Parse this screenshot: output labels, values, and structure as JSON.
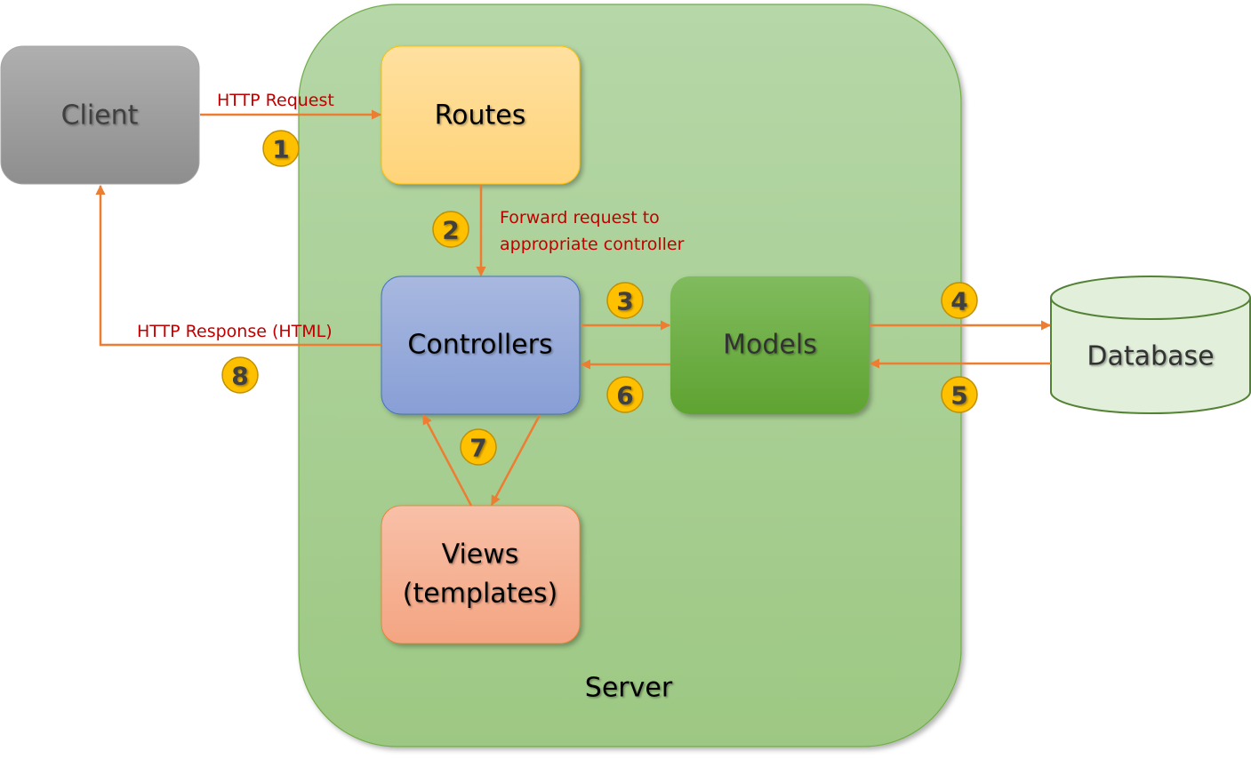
{
  "colors": {
    "arrow": "#ed7d31",
    "edge_label": "#c00000",
    "badge_fill": "#ffc000",
    "server": "#a9d08e",
    "client": "#a0a0a0",
    "routes": "#ffd98a",
    "controllers": "#97a9db",
    "models": "#6eae46",
    "views": "#f6ae90",
    "database": "#e2efda"
  },
  "nodes": {
    "server": "Server",
    "client": "Client",
    "routes": "Routes",
    "controllers": "Controllers",
    "models": "Models",
    "views_line1": "Views",
    "views_line2": "(templates)",
    "database": "Database"
  },
  "edges": {
    "http_request": "HTTP Request",
    "forward_line1": "Forward request to",
    "forward_line2": "appropriate controller",
    "http_response": "HTTP Response (HTML)"
  },
  "steps": [
    "1",
    "2",
    "3",
    "4",
    "5",
    "6",
    "7",
    "8"
  ]
}
